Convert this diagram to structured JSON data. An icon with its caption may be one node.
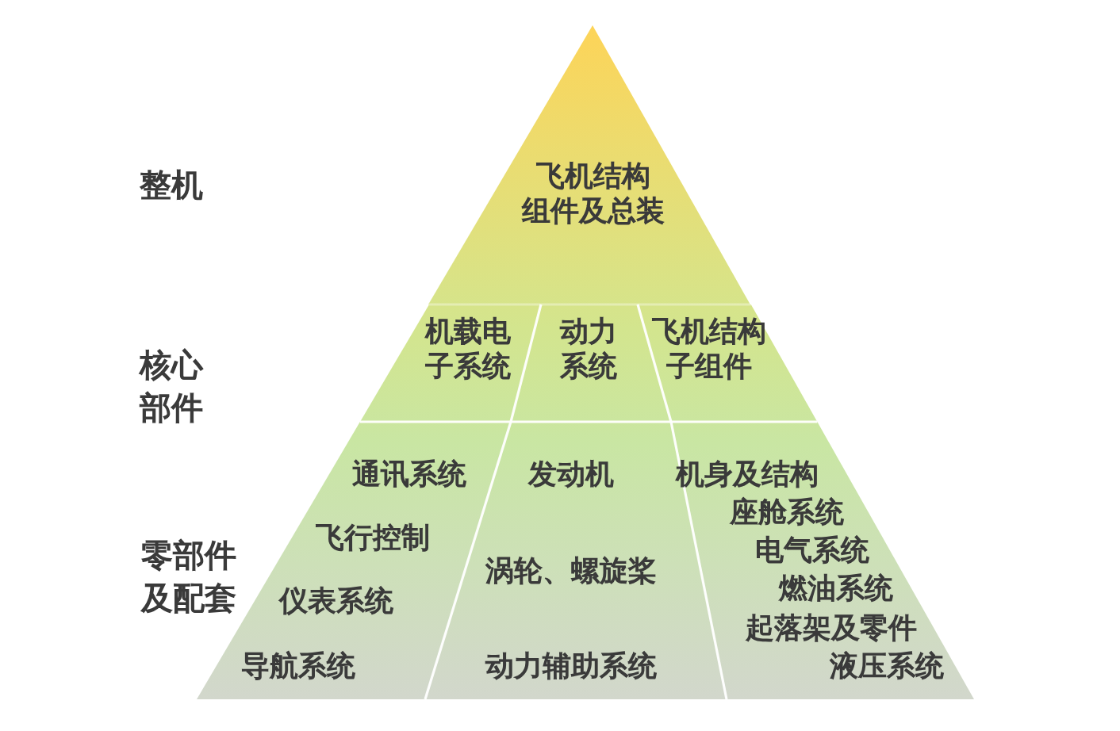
{
  "diagram": {
    "nodes": [
      {
        "text": [
          "飞机结构组件及总装"
        ]
      },
      {
        "text": [
          "机载电子系统"
        ]
      },
      {
        "text": [
          "动力系统"
        ]
      },
      {
        "text": [
          "飞机结构子组件"
        ]
      },
      {
        "text": [
          "通讯系统",
          "飞行控制",
          "仪表系统",
          "导航系统"
        ]
      },
      {
        "text": [
          "发动机",
          "涡轮、螺旋桨",
          "动力辅助系统"
        ]
      },
      {
        "text": [
          "机身及结构",
          "座舱系统",
          "电气系统",
          "燃油系统",
          "起落架及零件",
          "液压系统"
        ]
      }
    ],
    "labels": [
      "整机",
      "核心部件",
      "零部件及配套"
    ]
  }
}
